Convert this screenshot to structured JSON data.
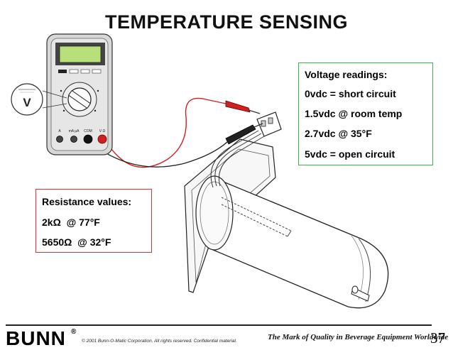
{
  "title": "TEMPERATURE SENSING",
  "voltage_box": {
    "heading": "Voltage readings:",
    "lines": [
      "0vdc = short circuit",
      "1.5vdc @ room temp",
      "2.7vdc @ 35°F",
      "5vdc = open circuit"
    ]
  },
  "resistance_box": {
    "heading": "Resistance values:",
    "lines": [
      "2kΩ  @ 77°F",
      "5650Ω  @ 32°F"
    ]
  },
  "meter": {
    "dial_symbol": "V",
    "jack_labels": [
      "A",
      "mA μA",
      "COM",
      "V Ω"
    ]
  },
  "footer": {
    "brand": "BUNN",
    "registered": "®",
    "copyright": "© 2001 Bunn-O-Matic Corporation. All rights reserved. Confidential material.",
    "tagline": "The Mark of Quality in Beverage Equipment Worldwide",
    "page_number": "37"
  },
  "colors": {
    "voltage_border": "#3cb44a",
    "resistance_border": "#d33333",
    "probe_red": "#d12020",
    "meter_display": "#b8e07a"
  }
}
